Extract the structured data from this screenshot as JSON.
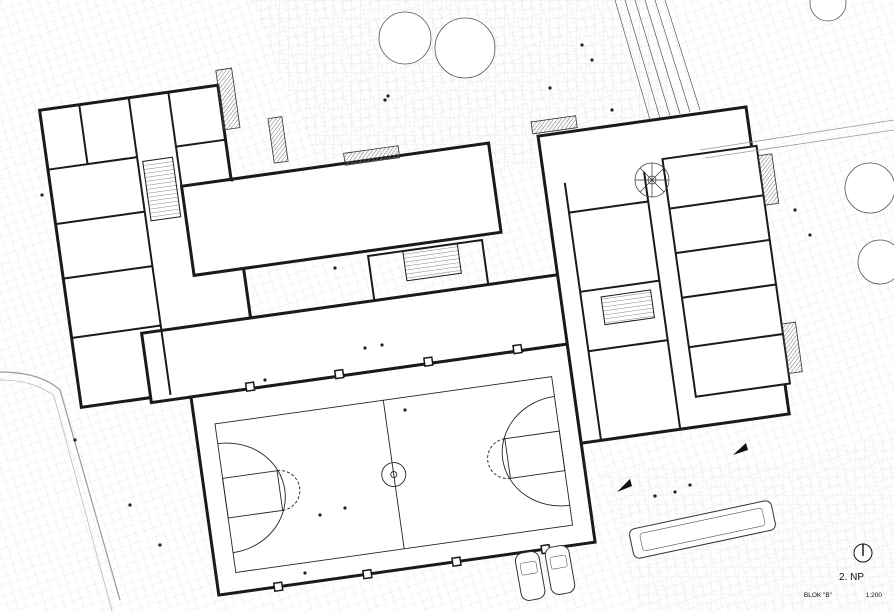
{
  "legend": {
    "floor": "2. NP",
    "block": "BLOK \"B\"",
    "scale": "1:200"
  },
  "colors": {
    "background": "#ffffff",
    "wall": "#1a1a1a",
    "grid": "#d6d6d6",
    "paving": "#bdbdbd",
    "roof_hatch": "#8a8a8a",
    "line": "#222222"
  },
  "icons": [
    "north-arrow-icon",
    "entrance-arrow-icon",
    "tree-icon",
    "car-icon",
    "bus-icon",
    "spiral-stair-icon",
    "staircase-icon"
  ]
}
